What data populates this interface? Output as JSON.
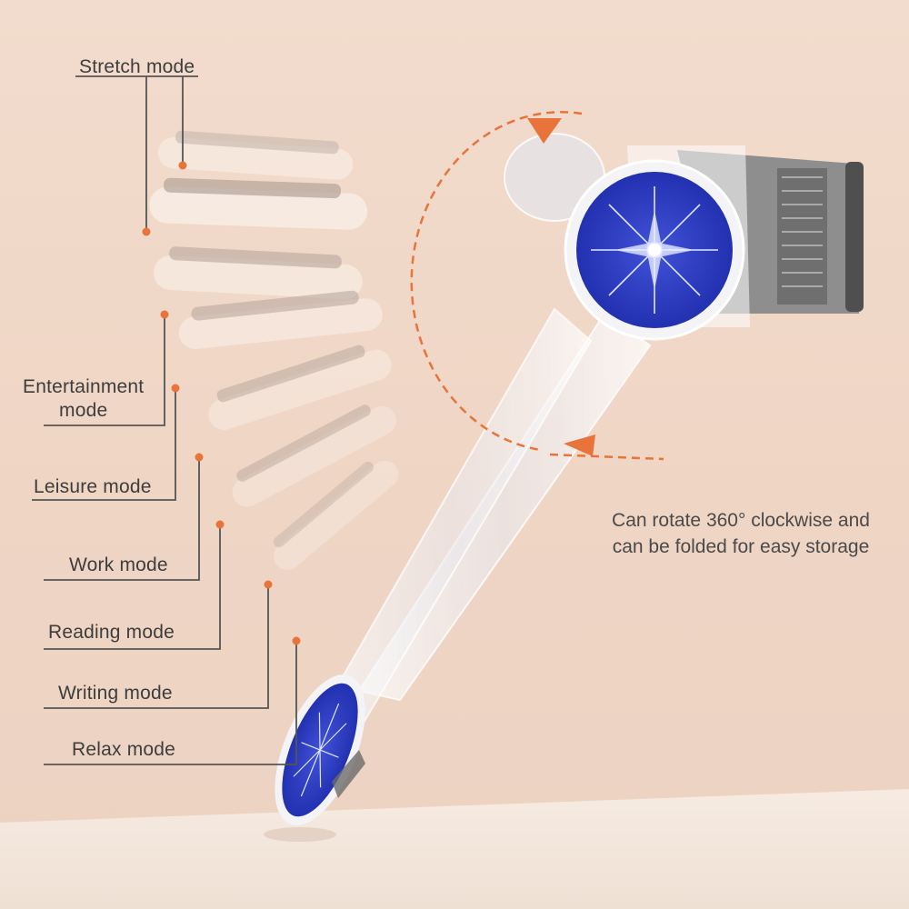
{
  "modes": [
    {
      "label": "Stretch mode"
    },
    {
      "label": "Entertainment\nmode"
    },
    {
      "label": "Leisure mode"
    },
    {
      "label": "Work mode"
    },
    {
      "label": "Reading mode"
    },
    {
      "label": "Writing mode"
    },
    {
      "label": "Relax mode"
    }
  ],
  "rotation_note": "Can rotate 360° clockwise and can be folded for easy storage",
  "colors": {
    "accent": "#e8743b",
    "line": "#555555",
    "disc_blue": "#2f3ec4",
    "strap_gray": "#8c8c8c",
    "background": "#f0d8c8"
  },
  "icons": [
    "snowflake-icon",
    "rotate-arrow-icon"
  ]
}
